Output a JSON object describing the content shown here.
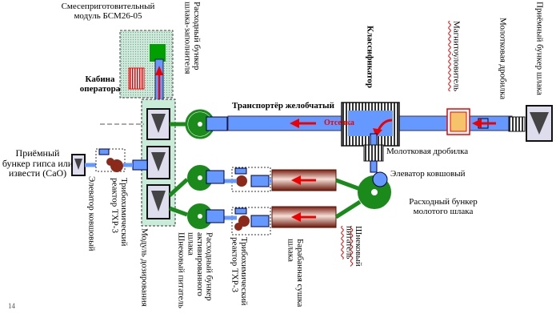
{
  "labels": {
    "module": "Смесеприготовительный модуль БСМ26-05",
    "cabin": "Кабина оператора",
    "gypsum": "Приёмный бункер гипса или извести (СаО)",
    "elev_left": "Элеватор ковшовый",
    "reactor_left": "Трибохимический реактор ТХР-3",
    "dosing": "Модуль дозирования",
    "screw_left": "Шнековый питатель",
    "bunker_filler": "Расходный бункер шлака-заполнителя",
    "bunker_active": "Расходный бункер активированного шлака",
    "reactor_mid": "Трибохимический реактор ТХР-3",
    "drum": "Барабанная сушка шлака",
    "screw_right": "Шнековый питатель",
    "conveyor": "Транспортёр желобчатый",
    "classifier": "Классификатор",
    "magnetic": "Магнитоуловитель",
    "hammer_top": "Молотковая дробилка",
    "slag_bunker": "Приёмный бункер шлака",
    "screenings": "Отсечка",
    "hammer_mid": "Молотковая дробилка",
    "elev_right": "Элеватор ковшовый",
    "bunker_ground": "Расходный бункер молотого шлака",
    "page": "14"
  },
  "colors": {
    "pipe_blue": "#6699ff",
    "green": "#1a8a1a",
    "dosing_fill": "#c8ecd8",
    "drum_red": "#a03020",
    "arrow_red": "#e00000",
    "hatch_dark": "#333333"
  }
}
